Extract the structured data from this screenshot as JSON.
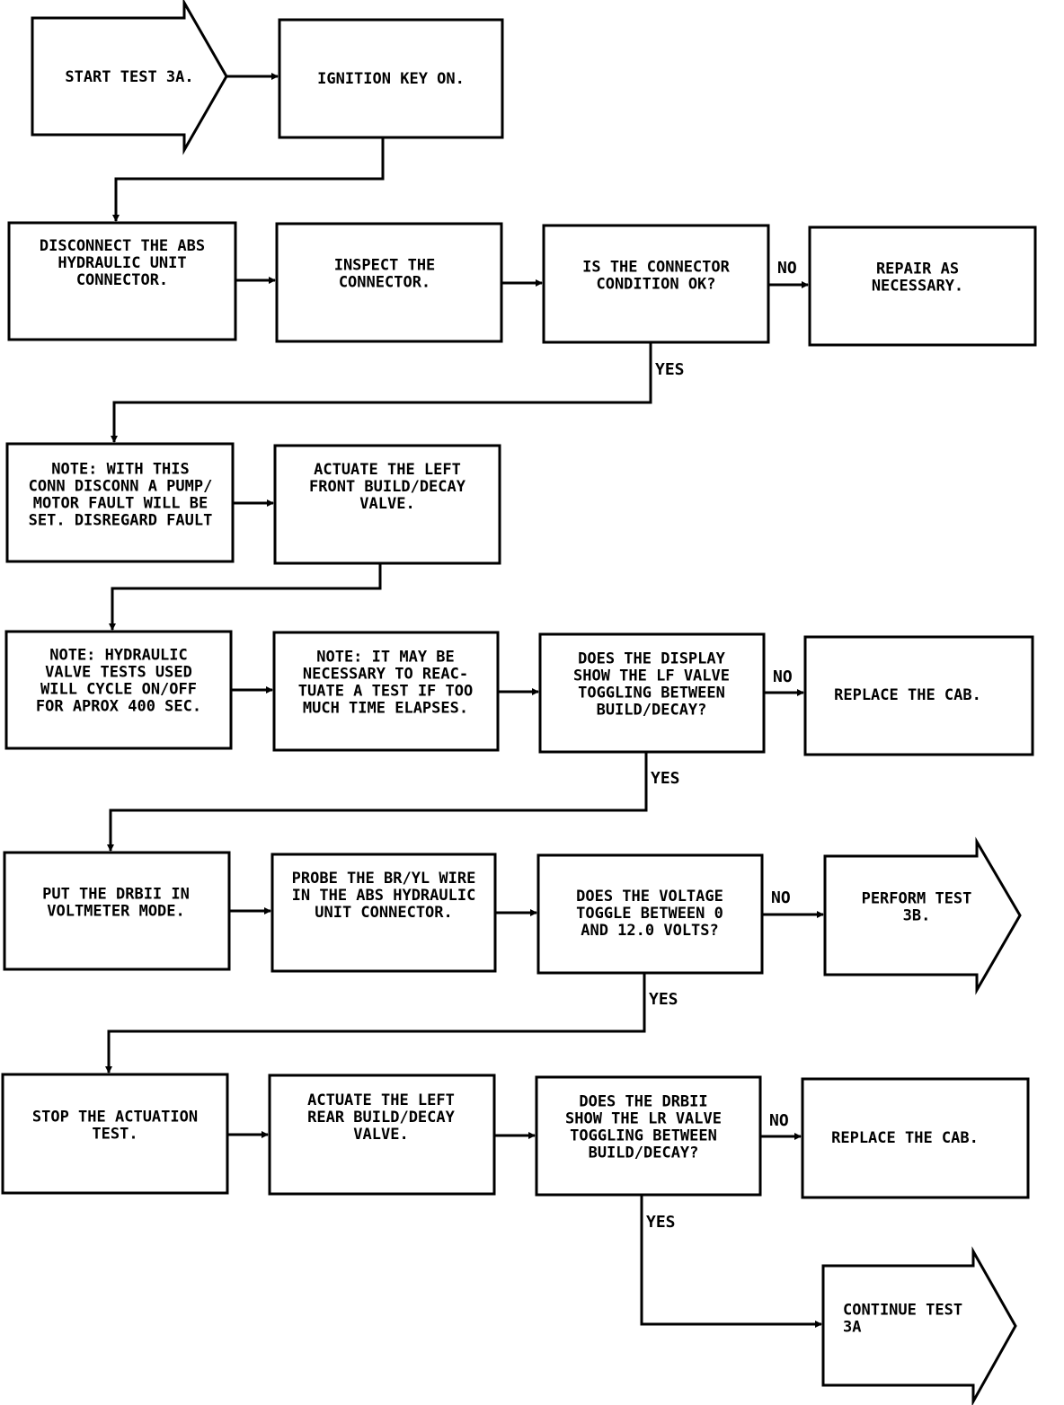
{
  "nodes": {
    "start_3a": [
      "START TEST 3A."
    ],
    "ignition": [
      "IGNITION KEY ON."
    ],
    "disconnect": [
      "DISCONNECT THE ABS",
      "HYDRAULIC UNIT",
      "CONNECTOR."
    ],
    "inspect": [
      "INSPECT THE",
      "CONNECTOR."
    ],
    "connector_ok": [
      "IS THE CONNECTOR",
      "CONDITION OK?"
    ],
    "repair": [
      "REPAIR AS",
      "NECESSARY."
    ],
    "note_conn": [
      "NOTE:  WITH THIS",
      "CONN DISCONN A PUMP/",
      "MOTOR FAULT WILL BE",
      "SET. DISREGARD FAULT"
    ],
    "actuate_lf": [
      "ACTUATE THE LEFT",
      "FRONT BUILD/DECAY",
      "VALVE."
    ],
    "note_hydraulic": [
      "NOTE:  HYDRAULIC",
      "VALVE TESTS USED",
      "WILL CYCLE ON/OFF",
      "FOR APROX 400 SEC."
    ],
    "note_reactuate": [
      "NOTE:  IT MAY BE",
      "NECESSARY TO REAC-",
      "TUATE A TEST IF TOO",
      "MUCH TIME ELAPSES."
    ],
    "display_lf": [
      "DOES THE DISPLAY",
      "SHOW THE LF VALVE",
      "TOGGLING BETWEEN",
      "BUILD/DECAY?"
    ],
    "replace_cab_1": [
      "REPLACE THE CAB."
    ],
    "dbii_voltmeter": [
      "PUT THE DRBII IN",
      "VOLTMETER MODE."
    ],
    "probe": [
      "PROBE THE BR/YL WIRE",
      "IN THE ABS HYDRAULIC",
      "UNIT CONNECTOR."
    ],
    "voltage_toggle": [
      "DOES THE VOLTAGE",
      "TOGGLE BETWEEN 0",
      "AND 12.0 VOLTS?"
    ],
    "perform_3b": [
      "PERFORM TEST",
      "3B."
    ],
    "stop_actuation": [
      "STOP THE ACTUATION",
      "TEST."
    ],
    "actuate_lr": [
      "ACTUATE THE LEFT",
      "REAR BUILD/DECAY",
      "VALVE."
    ],
    "drbii_lr": [
      "DOES THE DRBII",
      "SHOW THE LR VALVE",
      "TOGGLING BETWEEN",
      "BUILD/DECAY?"
    ],
    "replace_cab_2": [
      "REPLACE THE CAB."
    ],
    "continue_3a": [
      "CONTINUE TEST",
      "3A"
    ]
  },
  "edge_labels": {
    "no": "NO",
    "yes": "YES"
  }
}
